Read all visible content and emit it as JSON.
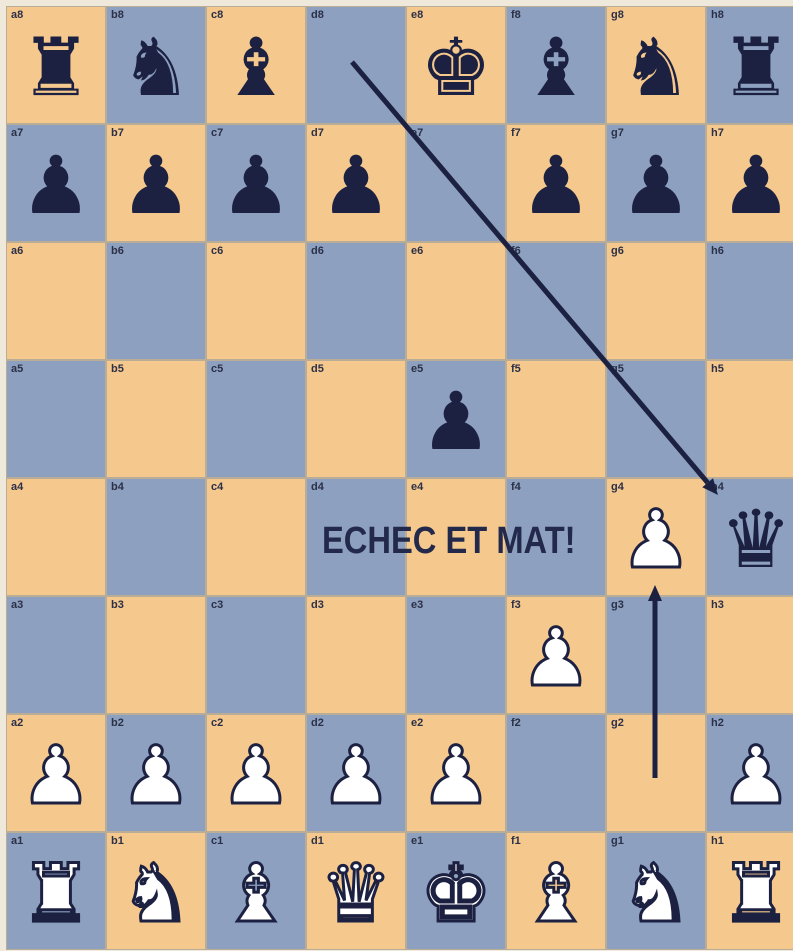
{
  "board": {
    "files": [
      "a",
      "b",
      "c",
      "d",
      "e",
      "f",
      "g",
      "h"
    ],
    "ranks": [
      8,
      7,
      6,
      5,
      4,
      3,
      2,
      1
    ],
    "light_color": "#f5c88e",
    "dark_color": "#8da0c0",
    "piece_color": "#1c2142",
    "pieces": [
      {
        "square": "a8",
        "color": "black",
        "type": "rook",
        "glyph": "♜"
      },
      {
        "square": "b8",
        "color": "black",
        "type": "knight",
        "glyph": "♞"
      },
      {
        "square": "c8",
        "color": "black",
        "type": "bishop",
        "glyph": "♝"
      },
      {
        "square": "e8",
        "color": "black",
        "type": "king",
        "glyph": "♚"
      },
      {
        "square": "f8",
        "color": "black",
        "type": "bishop",
        "glyph": "♝"
      },
      {
        "square": "g8",
        "color": "black",
        "type": "knight",
        "glyph": "♞"
      },
      {
        "square": "h8",
        "color": "black",
        "type": "rook",
        "glyph": "♜"
      },
      {
        "square": "a7",
        "color": "black",
        "type": "pawn",
        "glyph": "♟"
      },
      {
        "square": "b7",
        "color": "black",
        "type": "pawn",
        "glyph": "♟"
      },
      {
        "square": "c7",
        "color": "black",
        "type": "pawn",
        "glyph": "♟"
      },
      {
        "square": "d7",
        "color": "black",
        "type": "pawn",
        "glyph": "♟"
      },
      {
        "square": "f7",
        "color": "black",
        "type": "pawn",
        "glyph": "♟"
      },
      {
        "square": "g7",
        "color": "black",
        "type": "pawn",
        "glyph": "♟"
      },
      {
        "square": "h7",
        "color": "black",
        "type": "pawn",
        "glyph": "♟"
      },
      {
        "square": "e5",
        "color": "black",
        "type": "pawn",
        "glyph": "♟"
      },
      {
        "square": "g4",
        "color": "white",
        "type": "pawn",
        "glyph": "♟"
      },
      {
        "square": "h4",
        "color": "black",
        "type": "queen",
        "glyph": "♛"
      },
      {
        "square": "f3",
        "color": "white",
        "type": "pawn",
        "glyph": "♟"
      },
      {
        "square": "a2",
        "color": "white",
        "type": "pawn",
        "glyph": "♟"
      },
      {
        "square": "b2",
        "color": "white",
        "type": "pawn",
        "glyph": "♟"
      },
      {
        "square": "c2",
        "color": "white",
        "type": "pawn",
        "glyph": "♟"
      },
      {
        "square": "d2",
        "color": "white",
        "type": "pawn",
        "glyph": "♟"
      },
      {
        "square": "e2",
        "color": "white",
        "type": "pawn",
        "glyph": "♟"
      },
      {
        "square": "h2",
        "color": "white",
        "type": "pawn",
        "glyph": "♟"
      },
      {
        "square": "a1",
        "color": "white",
        "type": "rook",
        "glyph": "♜"
      },
      {
        "square": "b1",
        "color": "white",
        "type": "knight",
        "glyph": "♞"
      },
      {
        "square": "c1",
        "color": "white",
        "type": "bishop",
        "glyph": "♝"
      },
      {
        "square": "d1",
        "color": "white",
        "type": "queen",
        "glyph": "♛"
      },
      {
        "square": "e1",
        "color": "white",
        "type": "king",
        "glyph": "♚"
      },
      {
        "square": "f1",
        "color": "white",
        "type": "bishop",
        "glyph": "♝"
      },
      {
        "square": "g1",
        "color": "white",
        "type": "knight",
        "glyph": "♞"
      },
      {
        "square": "h1",
        "color": "white",
        "type": "rook",
        "glyph": "♜"
      }
    ],
    "arrows": [
      {
        "from": "d8",
        "to": "h4",
        "color": "#1c2142",
        "icon": "arrow-icon"
      },
      {
        "from": "g2",
        "to": "g4",
        "color": "#1c2142",
        "icon": "arrow-icon"
      }
    ]
  },
  "caption": "ECHEC ET MAT!"
}
